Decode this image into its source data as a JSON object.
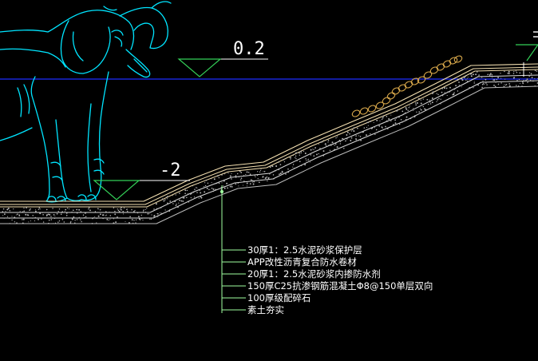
{
  "drawing": {
    "background": "#000000",
    "colors": {
      "elephant": "#00e5ff",
      "water_line": "#1e2dff",
      "marker": "#34d058",
      "layer_lines": "#f3dfb0",
      "hatch": "#b8b8b8",
      "leader": "#9fff9f",
      "text": "#ffffff",
      "stones": "#d6a64a"
    },
    "elevations": {
      "top": "0.2",
      "bottom": "-2"
    },
    "layers_title": "",
    "layers": [
      "30厚1：2.5水泥砂浆保护层",
      "APP改性沥青复合防水卷材",
      "20厚1：2.5水泥砂浆内掺防水剂",
      "150厚C25抗渗钢筋混凝土Φ8@150单层双向",
      "100厚级配碎石",
      "素土夯实"
    ],
    "icons": {
      "elephant": "elephant-outline-icon",
      "level_marker": "elevation-triangle-icon",
      "stones": "riprap-stone-icon"
    }
  }
}
